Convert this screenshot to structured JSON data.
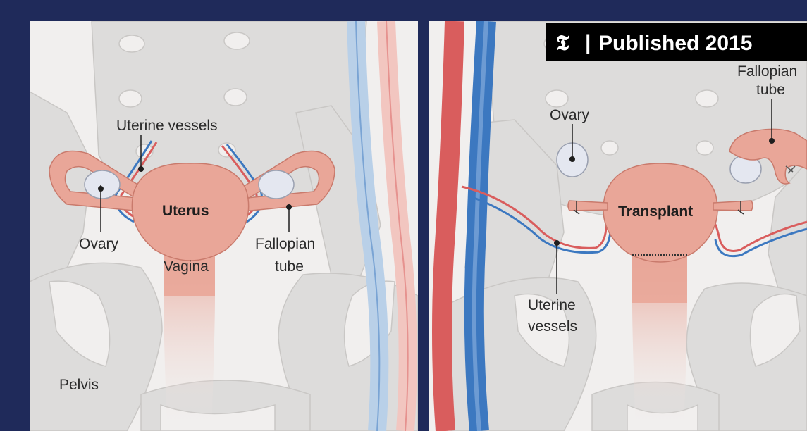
{
  "badge": {
    "logo": "𝕿",
    "separator": "|",
    "text": "Published 2015"
  },
  "left_panel": {
    "labels": {
      "uterine_vessels": "Uterine vessels",
      "uterus": "Uterus",
      "ovary": "Ovary",
      "vagina": "Vagina",
      "fallopian_line1": "Fallopian",
      "fallopian_line2": "tube",
      "pelvis": "Pelvis"
    }
  },
  "right_panel": {
    "labels": {
      "ovary": "Ovary",
      "fallopian_line1": "Fallopian",
      "fallopian_line2": "tube",
      "transplant": "Transplant",
      "uterine_line1": "Uterine",
      "uterine_line2": "vessels"
    }
  },
  "colors": {
    "frame": "#1f2a5a",
    "panel": "#f1efee",
    "bone": "#dddcdb",
    "organ": "#e9a698",
    "organ_dark": "#c97a6c",
    "vein": "#3c78c0",
    "artery": "#d95d5d"
  }
}
